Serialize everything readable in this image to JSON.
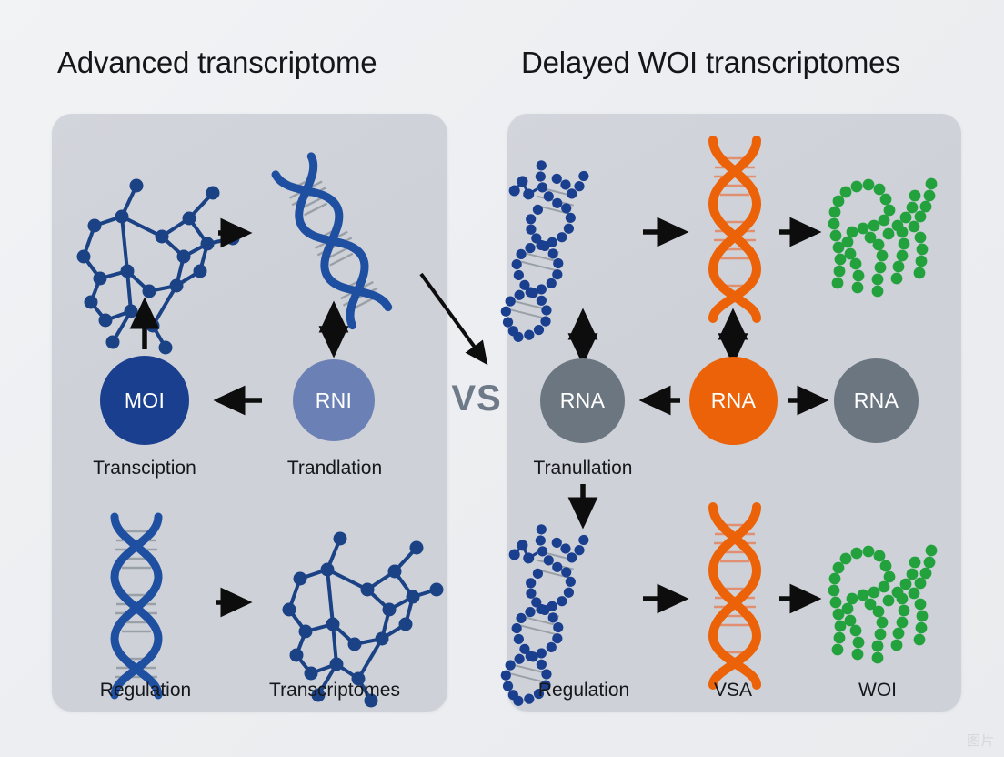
{
  "panels": {
    "left": {
      "title": "Advanced transcriptome",
      "circles": [
        {
          "id": "moi",
          "label": "MOI",
          "color": "#1b3f8f"
        },
        {
          "id": "rni",
          "label": "RNI",
          "color": "#6b80b5"
        }
      ],
      "captions": [
        {
          "id": "transcription",
          "text": "Transciption"
        },
        {
          "id": "translation",
          "text": "Trandlation"
        },
        {
          "id": "regulation",
          "text": "Regulation"
        },
        {
          "id": "transcriptomes",
          "text": "Transcriptomes"
        }
      ],
      "figures": [
        {
          "id": "molecule-top-left",
          "kind": "molecule-network",
          "color": "#1b4285"
        },
        {
          "id": "dna-helix-top-right",
          "kind": "dna-helix-diagonal",
          "color": "#1e4fa0"
        },
        {
          "id": "dna-helix-bottom-left",
          "kind": "dna-helix-vertical",
          "color": "#1e4fa0"
        },
        {
          "id": "molecule-bottom-right",
          "kind": "molecule-network",
          "color": "#1b4285"
        }
      ]
    },
    "right": {
      "title": "Delayed WOI transcriptomes",
      "circles": [
        {
          "id": "rna-left",
          "label": "RNA",
          "color": "#6b7680"
        },
        {
          "id": "rna-center",
          "label": "RNA",
          "color": "#ec6208"
        },
        {
          "id": "rna-right",
          "label": "RNA",
          "color": "#6b7680"
        }
      ],
      "captions": [
        {
          "id": "translation",
          "text": "Tranullation"
        },
        {
          "id": "regulation",
          "text": "Regulation"
        },
        {
          "id": "vsa",
          "text": "VSA"
        },
        {
          "id": "woi",
          "text": "WOI"
        }
      ],
      "figures": [
        {
          "id": "beaded-dna-top-left",
          "kind": "beaded-dna-diagonal",
          "color": "#1b3f8f"
        },
        {
          "id": "orange-dna-top-center",
          "kind": "dna-helix-vertical",
          "color": "#ec6208"
        },
        {
          "id": "protein-top-right",
          "kind": "beaded-protein",
          "color": "#22a13d"
        },
        {
          "id": "beaded-dna-bottom-left",
          "kind": "beaded-dna-diagonal",
          "color": "#1b3f8f"
        },
        {
          "id": "orange-dna-bottom-center",
          "kind": "dna-helix-vertical",
          "color": "#ec6208"
        },
        {
          "id": "protein-bottom-right",
          "kind": "beaded-protein",
          "color": "#22a13d"
        }
      ]
    }
  },
  "divider": {
    "vs_label": "VS"
  },
  "watermark": {
    "text": "图片"
  },
  "colors": {
    "background": "#eceef1",
    "panel": "#ced2d8",
    "arrow": "#0d0d0d",
    "vs": "#6e7a88",
    "dna_blue": "#1e4fa0",
    "molecule_blue": "#1b4285",
    "orange": "#ec6208",
    "green": "#22a13d",
    "gray_circle": "#6b7680",
    "text": "#15171b"
  },
  "arrows": [
    {
      "id": "left-top-row",
      "direction": "right"
    },
    {
      "id": "left-moi-up",
      "direction": "up"
    },
    {
      "id": "left-rni-bidirectional",
      "direction": "both-vertical"
    },
    {
      "id": "left-rni-to-moi",
      "direction": "left"
    },
    {
      "id": "left-bottom-row",
      "direction": "right"
    },
    {
      "id": "cross-panel-diagonal",
      "direction": "down-right"
    },
    {
      "id": "right-top-row-1",
      "direction": "right"
    },
    {
      "id": "right-top-row-2",
      "direction": "right"
    },
    {
      "id": "right-rna-left-bidirectional",
      "direction": "both-vertical"
    },
    {
      "id": "right-rna-center-bidirectional",
      "direction": "both-vertical"
    },
    {
      "id": "right-center-to-left",
      "direction": "left"
    },
    {
      "id": "right-center-to-right",
      "direction": "right"
    },
    {
      "id": "right-translation-down",
      "direction": "down"
    },
    {
      "id": "right-bottom-row-1",
      "direction": "right"
    },
    {
      "id": "right-bottom-row-2",
      "direction": "right"
    }
  ]
}
